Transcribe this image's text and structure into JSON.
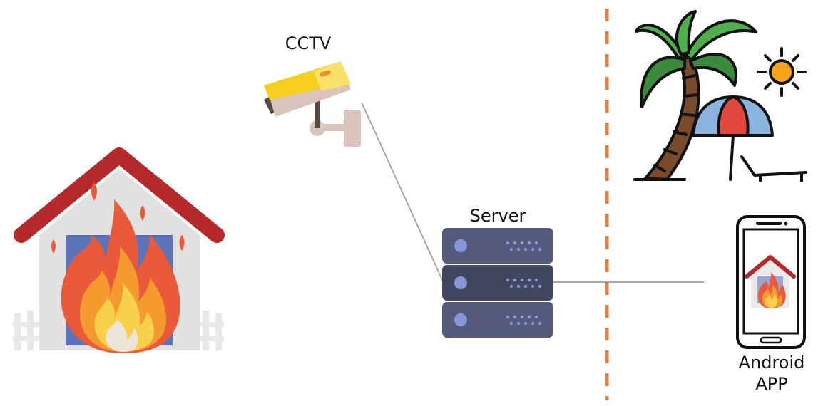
{
  "labels": {
    "cctv": "CCTV",
    "server": "Server",
    "android_line1": "Android",
    "android_line2": "APP"
  },
  "icons": {
    "house": "burning-house-icon",
    "camera": "cctv-camera-icon",
    "server": "server-rack-icon",
    "beach": "beach-vacation-icon",
    "phone": "smartphone-icon"
  },
  "colors": {
    "roof": "#B5292A",
    "fire_outer": "#E9593A",
    "fire_mid": "#F49A2E",
    "fire_inner": "#F8D04C",
    "camera_yellow": "#F8CE1C",
    "server_body": "#545B7A",
    "server_led": "#8796D8",
    "divider": "#E8823A",
    "connector": "#9E9E9E",
    "palm_leaf": "#4DB04A",
    "umbrella_red": "#E2493C",
    "umbrella_blue": "#8AB4DE",
    "sun": "#F8A51B"
  }
}
